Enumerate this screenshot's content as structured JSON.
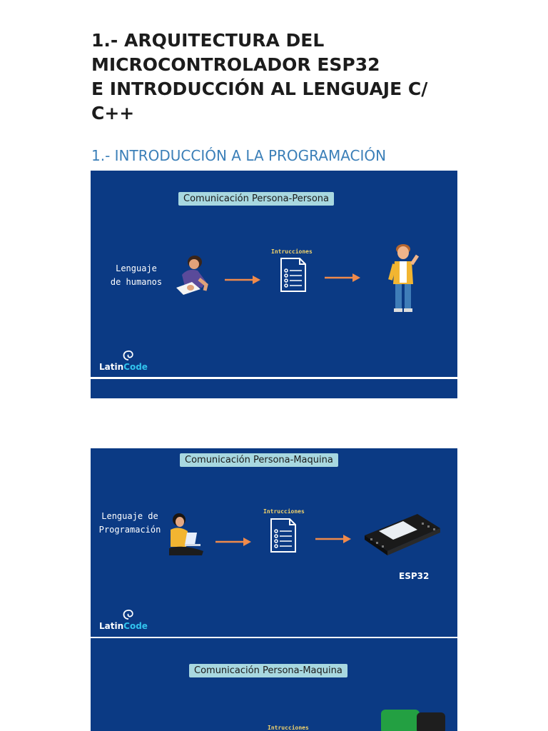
{
  "title_lines": [
    "1.- ARQUITECTURA DEL",
    "MICROCONTROLADOR ESP32",
    "E INTRODUCCIÓN AL LENGUAJE C/",
    "C++"
  ],
  "section_heading": "1.- INTRODUCCIÓN A LA PROGRAMACIÓN",
  "slides": [
    {
      "title": "Comunicación Persona-Persona",
      "left_label": "Lenguaje\nde humanos",
      "doc_label": "Intrucciones",
      "logo": {
        "part1": "Latin",
        "part2": "Code"
      }
    },
    {
      "title": "Comunicación Persona-Maquina",
      "left_label": "Lenguaje de\nProgramación",
      "doc_label": "Intrucciones",
      "device_label": "ESP32",
      "logo": {
        "part1": "Latin",
        "part2": "Code"
      }
    },
    {
      "title": "Comunicación Persona-Maquina",
      "doc_label": "Intrucciones"
    }
  ],
  "colors": {
    "slide_bg": "#0b3a84",
    "title_tag": "#a8d8e0",
    "arrow": "#f08a4b",
    "heading": "#3b7fb8",
    "logo_accent": "#31c3ee"
  }
}
